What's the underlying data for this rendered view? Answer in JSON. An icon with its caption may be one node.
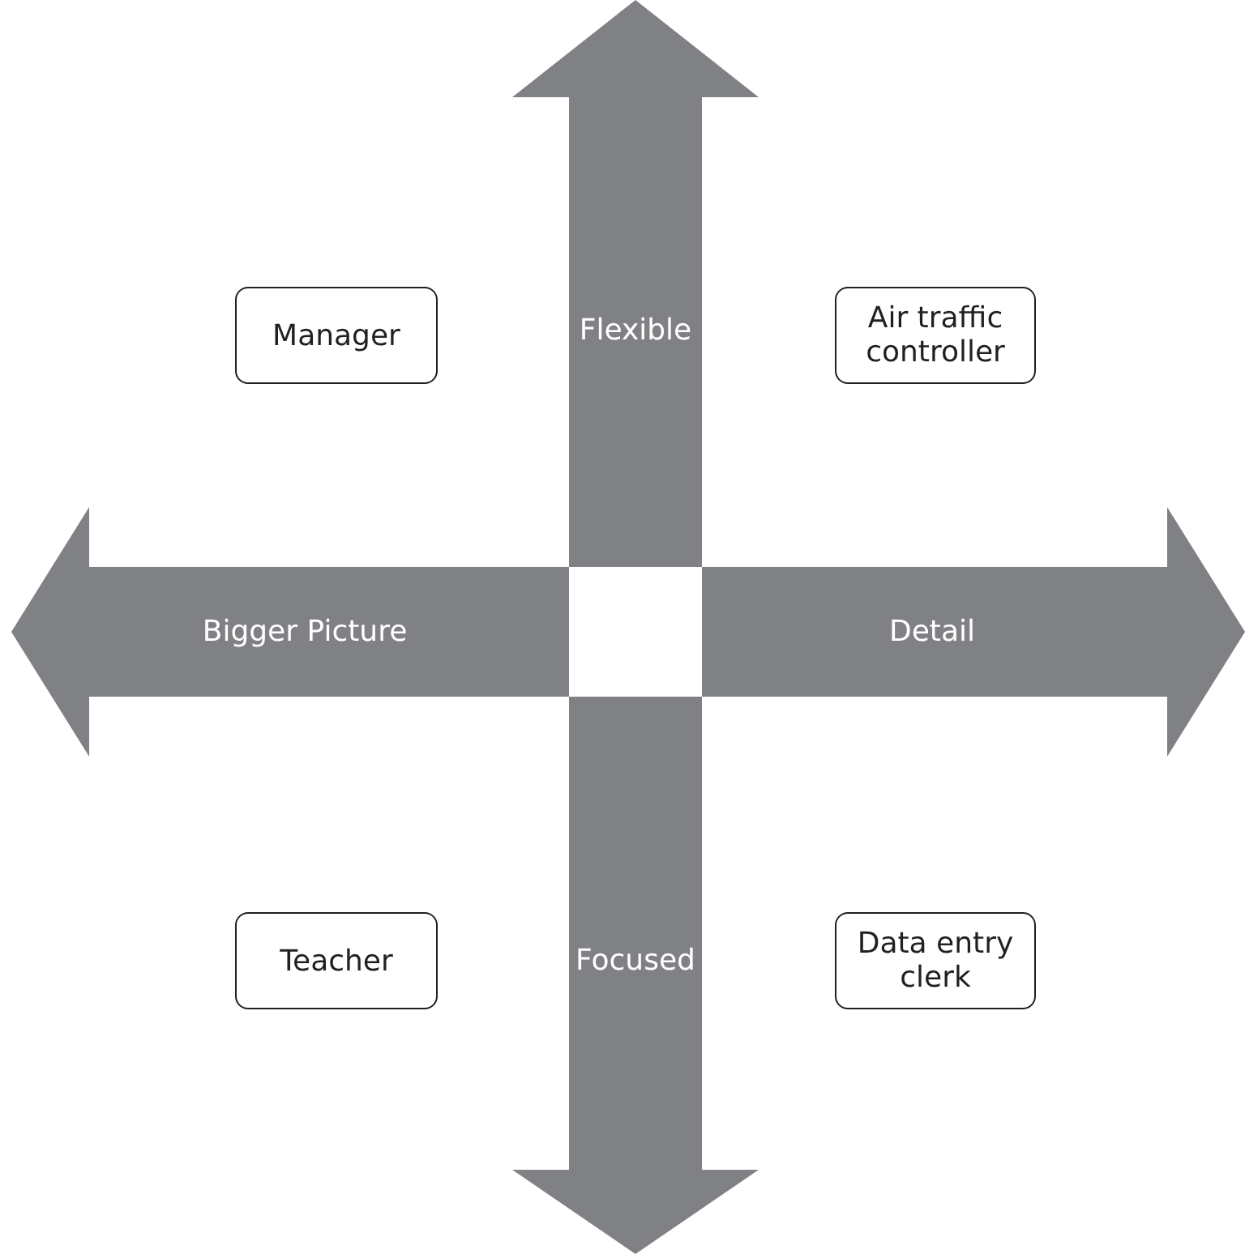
{
  "diagram": {
    "nodes": [
      {
        "text": [
          "Manager"
        ]
      },
      {
        "text": [
          "Flexible"
        ]
      },
      {
        "text": [
          "Air traffic controller"
        ]
      },
      {
        "text": [
          "Bigger Picture"
        ]
      },
      {
        "text": [
          "Detail"
        ]
      },
      {
        "text": [
          "Teacher"
        ]
      },
      {
        "text": [
          "Focused"
        ]
      },
      {
        "text": [
          "Data entry clerk"
        ]
      }
    ]
  }
}
